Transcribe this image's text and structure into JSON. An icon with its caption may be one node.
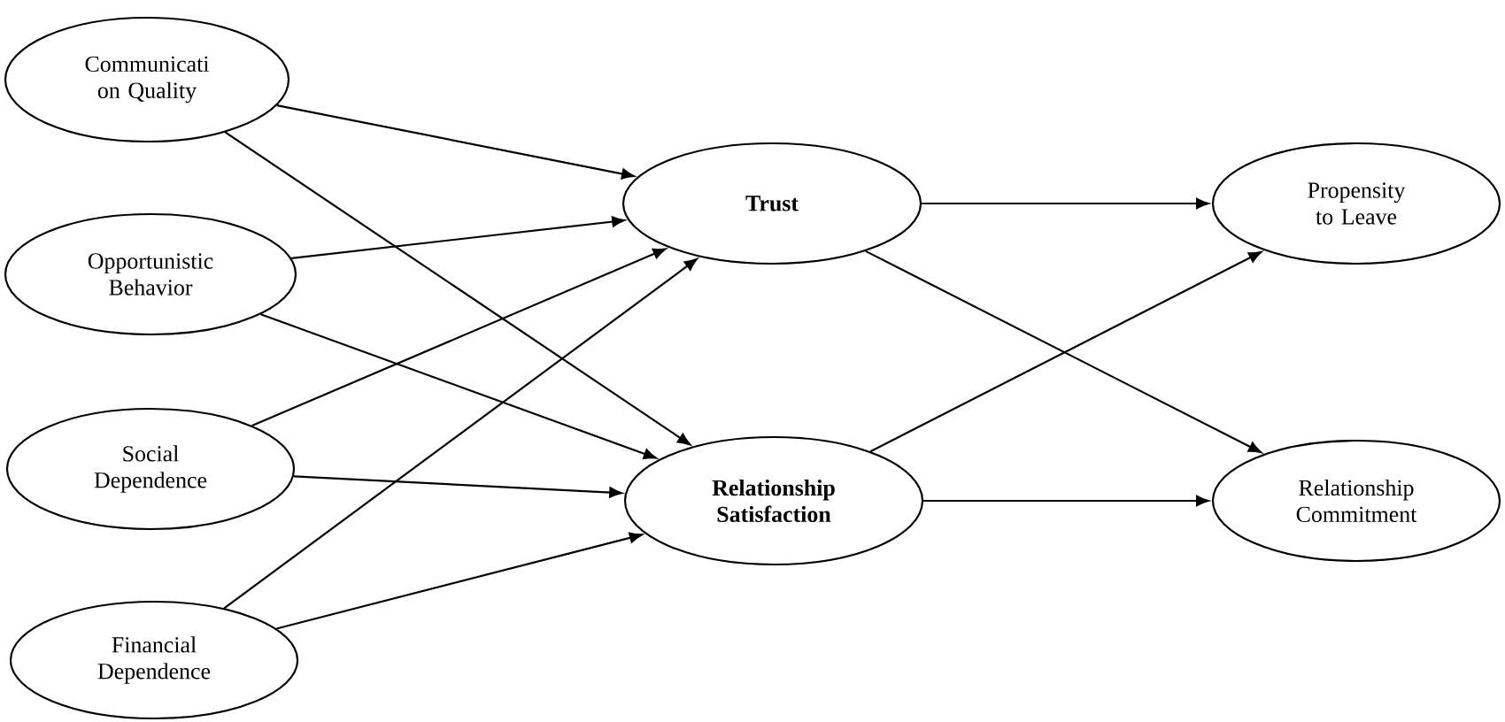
{
  "diagram": {
    "nodes": [
      {
        "text": [
          "Communicati on Quality"
        ]
      },
      {
        "text": [
          "Opportunistic Behavior"
        ]
      },
      {
        "text": [
          "Social Dependence"
        ]
      },
      {
        "text": [
          "Financial Dependence"
        ]
      },
      {
        "text": [
          "Trust"
        ]
      },
      {
        "text": [
          "Relationship Satisfaction"
        ]
      },
      {
        "text": [
          "Propensity to Leave"
        ]
      },
      {
        "text": [
          "Relationship Commitment"
        ]
      }
    ],
    "edges": [
      {
        "from": 0,
        "to": 4,
        "arrow": "to"
      },
      {
        "from": 0,
        "to": 5,
        "arrow": "to"
      },
      {
        "from": 1,
        "to": 4,
        "arrow": "to"
      },
      {
        "from": 1,
        "to": 5,
        "arrow": "to"
      },
      {
        "from": 2,
        "to": 4,
        "arrow": "to"
      },
      {
        "from": 2,
        "to": 5,
        "arrow": "to"
      },
      {
        "from": 3,
        "to": 4,
        "arrow": "to"
      },
      {
        "from": 3,
        "to": 5,
        "arrow": "to"
      },
      {
        "from": 4,
        "to": 6,
        "arrow": "to"
      },
      {
        "from": 4,
        "to": 7,
        "arrow": "to"
      },
      {
        "from": 5,
        "to": 6,
        "arrow": "to"
      },
      {
        "from": 5,
        "to": 7,
        "arrow": "to"
      }
    ]
  }
}
